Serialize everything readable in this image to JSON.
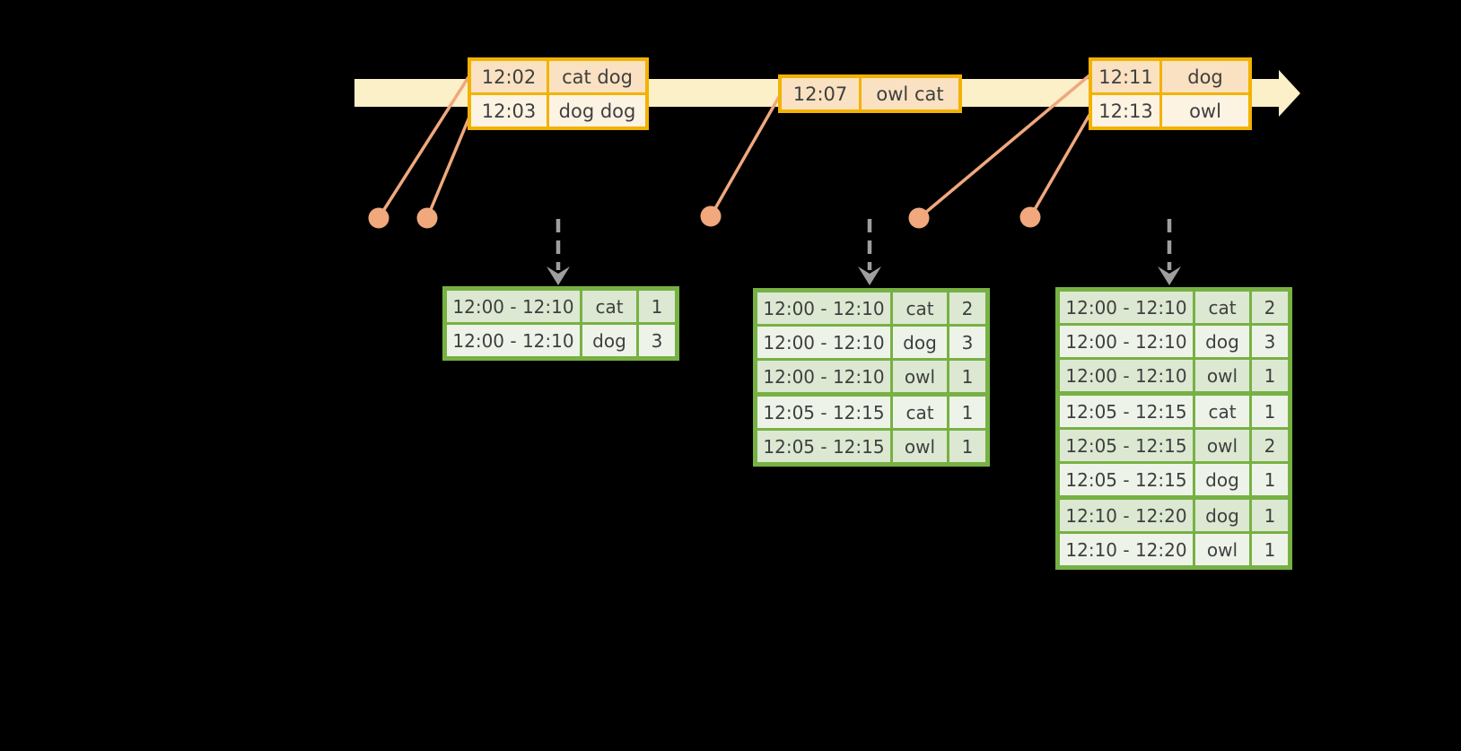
{
  "colors": {
    "timeline_fill": "#FCF0C9",
    "event_border": "#F2B200",
    "event_row_dark": "#FAE1C2",
    "event_row_light": "#FDF3E3",
    "connector": "#F0A87C",
    "result_border": "#77B143",
    "result_row_dark": "#DCE8D2",
    "result_row_light": "#EEF3EA",
    "trigger_arrow": "#9E9E9E",
    "text": "#3F3F3F"
  },
  "timeline": {
    "style": "horizontal arrow, left to right"
  },
  "event_tables": [
    {
      "rows": [
        {
          "time": "12:02",
          "words": "cat dog"
        },
        {
          "time": "12:03",
          "words": "dog dog"
        }
      ]
    },
    {
      "rows": [
        {
          "time": "12:07",
          "words": "owl cat"
        }
      ]
    },
    {
      "rows": [
        {
          "time": "12:11",
          "words": "dog"
        },
        {
          "time": "12:13",
          "words": "owl"
        }
      ]
    }
  ],
  "result_tables": [
    {
      "group_breaks": [],
      "rows": [
        [
          "12:00 - 12:10",
          "cat",
          "1"
        ],
        [
          "12:00 - 12:10",
          "dog",
          "3"
        ]
      ]
    },
    {
      "group_breaks": [
        3
      ],
      "rows": [
        [
          "12:00 - 12:10",
          "cat",
          "2"
        ],
        [
          "12:00 - 12:10",
          "dog",
          "3"
        ],
        [
          "12:00 - 12:10",
          "owl",
          "1"
        ],
        [
          "12:05 - 12:15",
          "cat",
          "1"
        ],
        [
          "12:05 - 12:15",
          "owl",
          "1"
        ]
      ]
    },
    {
      "group_breaks": [
        3,
        6
      ],
      "rows": [
        [
          "12:00 - 12:10",
          "cat",
          "2"
        ],
        [
          "12:00 - 12:10",
          "dog",
          "3"
        ],
        [
          "12:00 - 12:10",
          "owl",
          "1"
        ],
        [
          "12:05 - 12:15",
          "cat",
          "1"
        ],
        [
          "12:05 - 12:15",
          "owl",
          "2"
        ],
        [
          "12:05 - 12:15",
          "dog",
          "1"
        ],
        [
          "12:10 - 12:20",
          "dog",
          "1"
        ],
        [
          "12:10 - 12:20",
          "owl",
          "1"
        ]
      ]
    }
  ]
}
